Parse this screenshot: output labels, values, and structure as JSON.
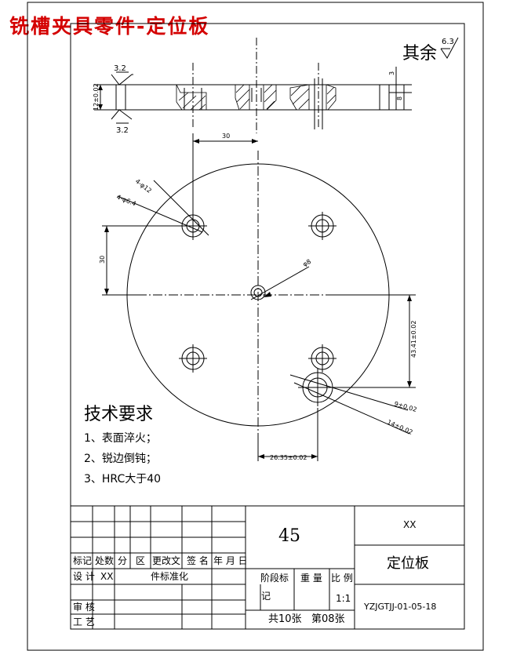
{
  "watermark_title": "铣槽夹具零件-定位板",
  "roughness": {
    "rest_label": "其余",
    "rest_value": "6.3",
    "top_value": "3.2",
    "bottom_value": "3.2"
  },
  "section_dims": {
    "thickness": "12±0.02",
    "right_a": "3",
    "right_b": "8"
  },
  "plan_dims": {
    "top_offset": "30",
    "hole_a": "4-φ12",
    "hole_b": "4-φ6.4",
    "left_offset": "30",
    "center_hole": "φ8",
    "right_vertical": "43.41±0.02",
    "pin_a": "9±0.02",
    "pin_b": "14±0.02",
    "bottom_horizontal": "26.35±0.02"
  },
  "tech": {
    "heading": "技术要求",
    "items": [
      "1、表面淬火；",
      "2、锐边倒钝；",
      "3、HRC大于40"
    ]
  },
  "title_block": {
    "material": "45",
    "org": "XX",
    "part_name": "定位板",
    "drawing_no": "YZJGTJJ-01-05-18",
    "rev_headers": [
      "标记",
      "处数",
      "分",
      "区",
      "更改文",
      "签 名",
      "年 月 日"
    ],
    "design_label": "设 计",
    "design_value": "XX",
    "std_label": "件标准化",
    "review_label": "审 核",
    "process_label": "工 艺",
    "stage_label": "阶段标",
    "mark_label": "记",
    "weight_label": "重 量",
    "scale_label": "比 例",
    "scale_value": "1:1",
    "sheets_total": "共10张",
    "sheet_no": "第08张"
  }
}
